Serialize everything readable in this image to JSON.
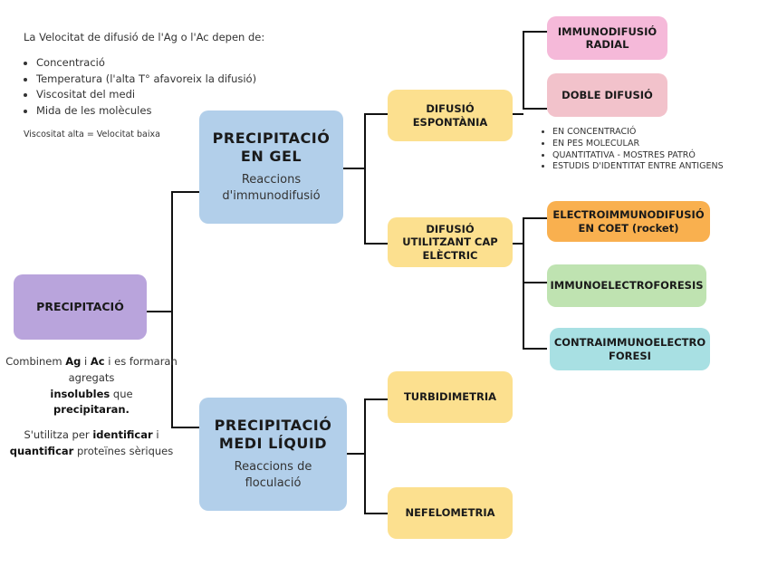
{
  "intro": {
    "heading": "La Velocitat de difusió de l'Ag o l'Ac depen de:",
    "bullets": [
      "Concentració",
      "Temperatura (l'alta T° afavoreix la difusió)",
      "Viscositat del medi",
      "Mida de les molècules"
    ],
    "note": "Viscositat alta = Velocitat baixa"
  },
  "root": {
    "label": "PRECIPITACIÓ",
    "desc": {
      "pre1": "Combinem ",
      "ag": "Ag",
      "mid1": " i ",
      "ac": "Ac",
      "line2": " i es formaran agregats",
      "insolubles": "insolubles",
      "mid2": " que",
      "precipitaran": "precipitaran.",
      "use_pre": "S'utilitza per ",
      "identificar": "identificar",
      "use_mid": " i",
      "quantificar": "quantificar",
      "use_post": " proteïnes sèriques"
    }
  },
  "gel": {
    "title": "PRECIPITACIÓ EN GEL",
    "subtitle": "Reaccions d'immunodifusió"
  },
  "liquid": {
    "title": "PRECIPITACIÓ MEDI LÍQUID",
    "subtitle": "Reaccions de floculació"
  },
  "spontaneous": {
    "label": "DIFUSIÓ ESPONTÀNIA"
  },
  "electric": {
    "label": "DIFUSIÓ UTILITZANT CAP ELÈCTRIC"
  },
  "radial": {
    "label": "IMMUNODIFUSIÓ RADIAL"
  },
  "double": {
    "label": "DOBLE DIFUSIÓ",
    "bullets": [
      "EN CONCENTRACIÓ",
      "EN PES MOLECULAR",
      "QUANTITATIVA - MOSTRES PATRÓ",
      "ESTUDIS D'IDENTITAT ENTRE ANTIGENS"
    ]
  },
  "rocket": {
    "label": "ELECTROIMMUNODIFUSIÓ EN COET (rocket)"
  },
  "immunoelectro": {
    "label": "IMMUNOELECTROFORESIS"
  },
  "contra": {
    "label": "CONTRAIMMUNOELECTRO FORESI"
  },
  "turbidimetry": {
    "label": "TURBIDIMETRIA"
  },
  "nephelometry": {
    "label": "NEFELOMETRIA"
  },
  "colors": {
    "purple": "#b9a4dc",
    "blue": "#b2cfea",
    "yellow": "#fce08f",
    "pink": "#f5b9d9",
    "rose": "#f2c2cb",
    "orange": "#f9b04f",
    "green": "#bfe3b1",
    "cyan": "#a8e0e3"
  }
}
